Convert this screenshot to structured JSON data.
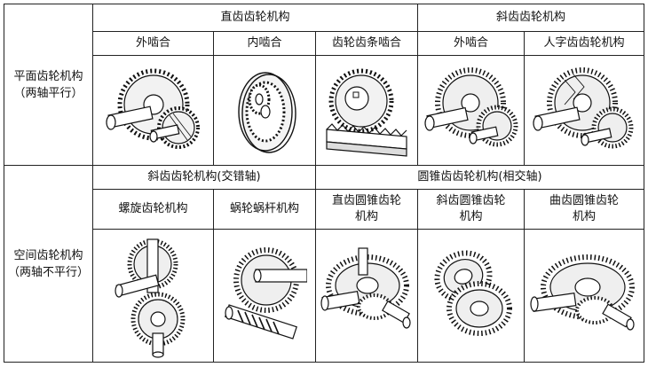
{
  "row_headers": {
    "planar": "平面齿轮机构\n（两轴平行）",
    "spatial": "空间齿轮机构\n（两轴不平行）"
  },
  "top": {
    "spur_group": "直齿齿轮机构",
    "helical_group": "斜齿齿轮机构",
    "sub": [
      "外啮合",
      "内啮合",
      "齿轮齿条啮合",
      "外啮合",
      "人字齿齿轮机构"
    ]
  },
  "bottom": {
    "crossed_group": "斜齿齿轮机构(交错轴)",
    "bevel_group": "圆锥齿齿轮机构(相交轴)",
    "sub": [
      "螺旋齿轮机构",
      "蜗轮蜗杆机构",
      "直齿圆锥齿轮\n机构",
      "斜齿圆锥齿轮\n机构",
      "曲齿圆锥齿轮\n机构"
    ]
  },
  "figures": {
    "top": [
      "spur-external-gear-figure",
      "internal-gear-figure",
      "rack-pinion-figure",
      "helical-external-gear-figure",
      "herringbone-gear-figure"
    ],
    "bottom": [
      "crossed-helical-gear-figure",
      "worm-gear-figure",
      "straight-bevel-gear-figure",
      "helical-bevel-gear-figure",
      "spiral-bevel-gear-figure"
    ]
  }
}
